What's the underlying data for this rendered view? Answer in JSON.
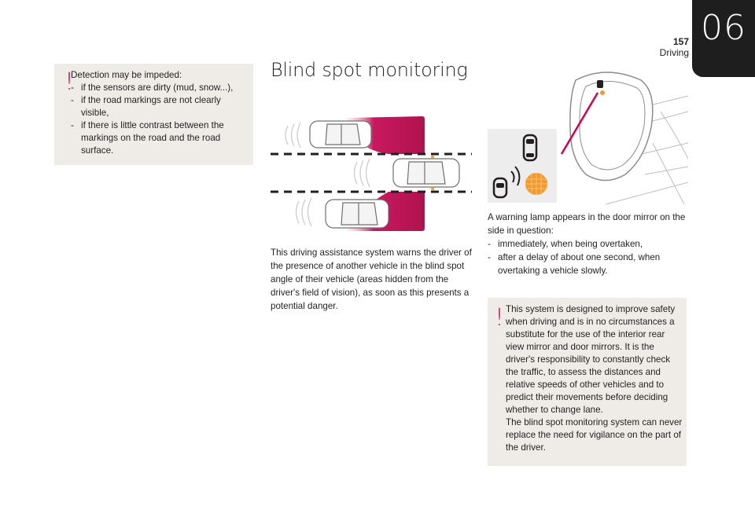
{
  "header": {
    "chapter_number": "06",
    "page_number": "157",
    "section": "Driving"
  },
  "notice_detection": {
    "intro": "Detection may be impeded:",
    "items": [
      "if the sensors are dirty (mud, snow...),",
      "if the road markings are not clearly visible,",
      "if there is little contrast between the markings on the road and the road surface."
    ]
  },
  "title": "Blind spot monitoring",
  "description": "This driving assistance system warns the driver of the presence of another vehicle in the blind spot angle of their vehicle (areas hidden from the driver's field of vision), as soon as this presents a potential danger.",
  "mirror_section": {
    "intro": "A warning lamp appears in the door mirror on the side in question:",
    "items": [
      "immediately, when being overtaken,",
      "after a delay of about one second, when overtaking a vehicle slowly."
    ]
  },
  "notice_safety": {
    "paragraph_1": "This system is designed to improve safety when driving and is in no circumstances a substitute for the use of the interior rear view mirror and door mirrors. It is the driver's responsibility to constantly check the traffic, to assess the distances and relative speeds of other vehicles and to predict their movements before deciding whether to change lane.",
    "paragraph_2": "The blind spot monitoring system can never replace the need for vigilance on the part of the driver."
  },
  "colors": {
    "accent": "#d6004f",
    "zone": "#c8195f",
    "notice_bg": "#efebe7",
    "warning_lamp": "#f39a2e"
  }
}
